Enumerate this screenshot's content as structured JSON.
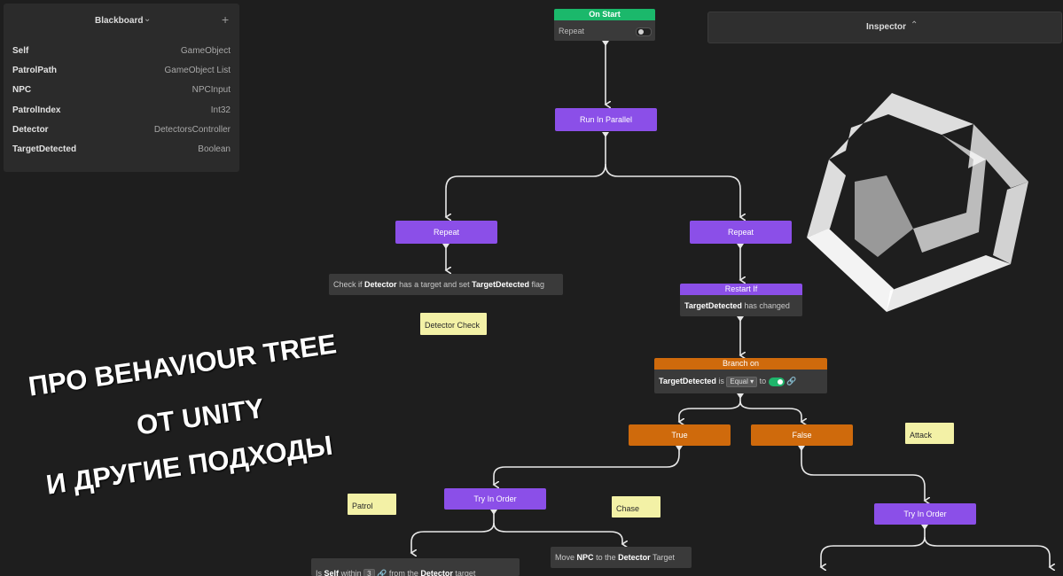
{
  "blackboard": {
    "title": "Blackboard",
    "add_icon": "plus-icon",
    "variables": [
      {
        "name": "Self",
        "type": "GameObject"
      },
      {
        "name": "PatrolPath",
        "type": "GameObject List"
      },
      {
        "name": "NPC",
        "type": "NPCInput"
      },
      {
        "name": "PatrolIndex",
        "type": "Int32"
      },
      {
        "name": "Detector",
        "type": "DetectorsController"
      },
      {
        "name": "TargetDetected",
        "type": "Boolean"
      }
    ]
  },
  "inspector": {
    "title": "Inspector"
  },
  "nodes": {
    "on_start": {
      "title": "On Start",
      "repeat_label": "Repeat"
    },
    "run_parallel": "Run In Parallel",
    "repeat_left": "Repeat",
    "repeat_right": "Repeat",
    "check_detector": {
      "p1": "Check if",
      "b1": "Detector",
      "p2": "has a target and set",
      "b2": "TargetDetected",
      "p3": "flag"
    },
    "restart_if": {
      "title": "Restart If",
      "b1": "TargetDetected",
      "p1": "has changed"
    },
    "branch_on": {
      "title": "Branch on",
      "b1": "TargetDetected",
      "p1": "is",
      "op": "Equal",
      "p2": "to"
    },
    "true_node": "True",
    "false_node": "False",
    "try_order_left": "Try In Order",
    "try_order_right": "Try In Order",
    "is_self_within": {
      "p1": "Is",
      "b1": "Self",
      "p2": "within",
      "num": "3",
      "p3": "from the",
      "b2": "Detector",
      "p4": "target"
    },
    "move_npc": {
      "p1": "Move",
      "b1": "NPC",
      "p2": "to the",
      "b2": "Detector",
      "p3": "Target"
    }
  },
  "stickies": {
    "detector_check": "Detector Check",
    "patrol": "Patrol",
    "chase": "Chase",
    "attack": "Attack"
  },
  "headline": {
    "line1": "ПРО BEHAVIOUR TREE",
    "line2": "ОТ UNITY",
    "line3": "И ДРУГИЕ ПОДХОДЫ"
  },
  "colors": {
    "background": "#1e1e1e",
    "purple_node": "#8b4fe8",
    "orange_node": "#cf6a0c",
    "green_start": "#1bb86b",
    "sticky": "#f3f1a6"
  }
}
